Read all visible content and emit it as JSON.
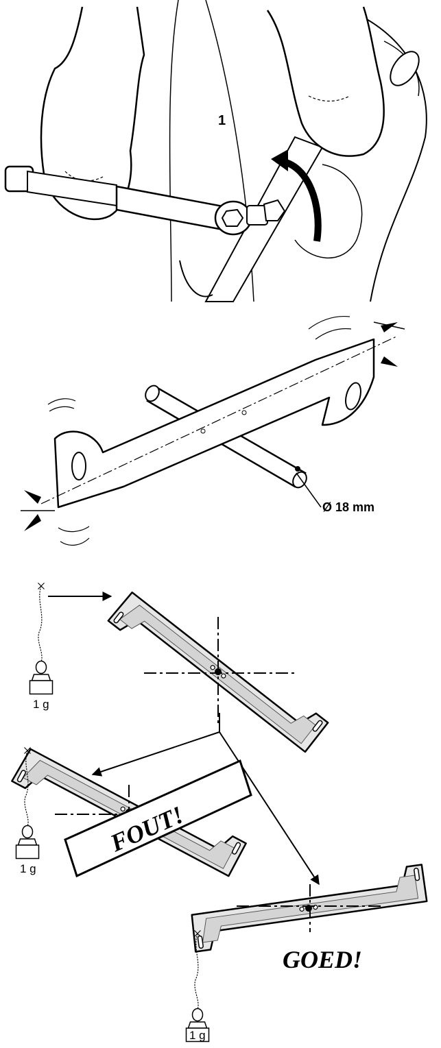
{
  "panel1": {
    "callout": "1"
  },
  "panel2": {
    "diameter_label": "Ø 18 mm"
  },
  "panel3": {
    "weight_label": "1 g",
    "wrong_label": "FOUT!",
    "right_label": "GOED!"
  },
  "colors": {
    "ink": "#000000",
    "blade_fill": "#e6e6e6",
    "blade_inner": "#d4d4d4"
  }
}
